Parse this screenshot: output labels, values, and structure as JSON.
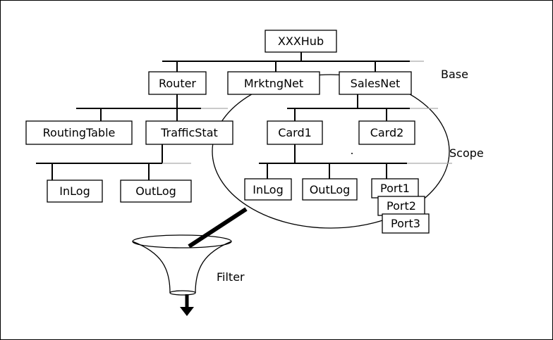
{
  "nodes": {
    "hub": "XXXHub",
    "router": "Router",
    "mrktng": "MrktngNet",
    "sales": "SalesNet",
    "routing_table": "RoutingTable",
    "traffic_stat": "TrafficStat",
    "card1": "Card1",
    "card2": "Card2",
    "inlog_left": "InLog",
    "outlog_left": "OutLog",
    "inlog_right": "InLog",
    "outlog_right": "OutLog",
    "port1": "Port1",
    "port2": "Port2",
    "port3": "Port3"
  },
  "labels": {
    "base": "Base",
    "scope": "Scope",
    "filter": "Filter"
  }
}
